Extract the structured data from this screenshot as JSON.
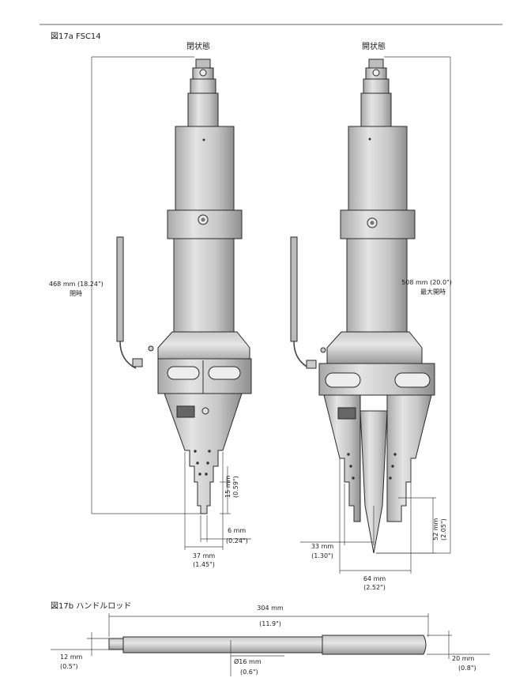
{
  "fig17a": {
    "title": "図17a FSC14",
    "closed_label": "閉状態",
    "open_label": "開状態",
    "dim_468": "468 mm (18.24\")",
    "dim_468_note": "閉時",
    "dim_508": "508 mm (20.0\")",
    "dim_508_note": "最大開時",
    "dim_15": "15 mm",
    "dim_15_in": "(0.59\")",
    "dim_6": "6 mm",
    "dim_6_in": "(0.24\")",
    "dim_37": "37 mm",
    "dim_37_in": "(1.45\")",
    "dim_33": "33 mm",
    "dim_33_in": "(1.30\")",
    "dim_52": "52 mm",
    "dim_52_in": "(2.05\")",
    "dim_64": "64 mm",
    "dim_64_in": "(2.52\")"
  },
  "fig17b": {
    "title": "図17b ハンドルロッド",
    "dim_304": "304 mm",
    "dim_304_in": "(11.9\")",
    "dim_12": "12 mm",
    "dim_12_in": "(0.5\")",
    "dim_16": "Ø16 mm",
    "dim_16_in": "(0.6\")",
    "dim_20": "20 mm",
    "dim_20_in": "(0.8\")"
  },
  "colors": {
    "tool_body": "#cfcfcf",
    "tool_dark": "#9a9a9a",
    "line": "#2a2a2a"
  }
}
